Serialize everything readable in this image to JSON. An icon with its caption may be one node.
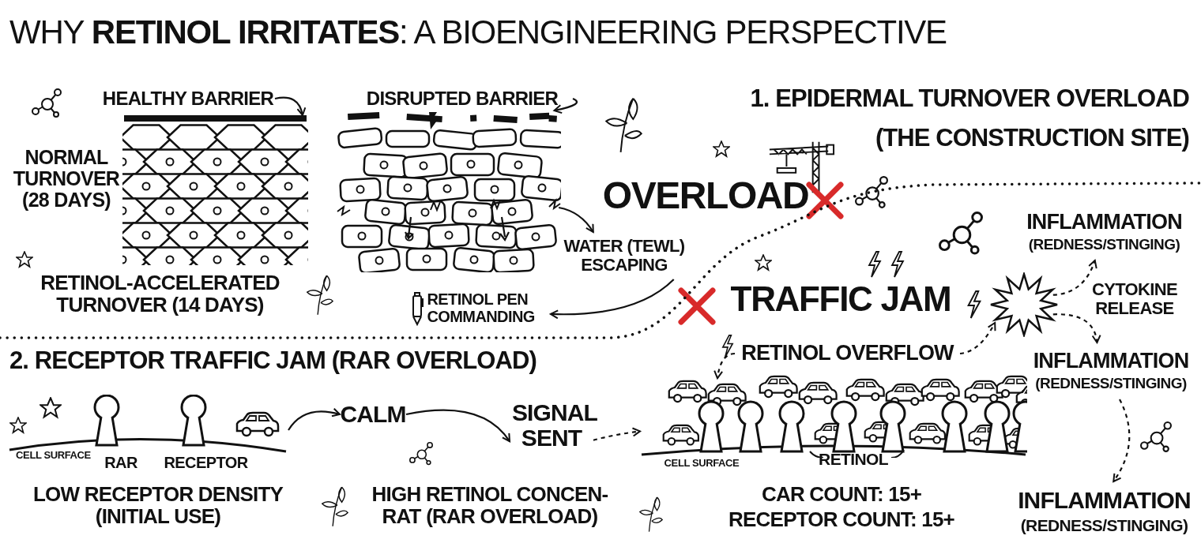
{
  "diagram": {
    "title": "WHY **RETINOL IRRITATES**: A BIOENGINEERING PERSPECTIVE",
    "nodes": [
      {
        "text": [
          "HEALTHY BARRIER"
        ]
      },
      {
        "text": [],
        "shape": "picture"
      },
      {
        "text": [
          "DISRUPTED BARRIER"
        ]
      },
      {
        "text": [],
        "shape": "picture"
      },
      {
        "text": [
          "WATER (TEWL) ESCAPING"
        ]
      },
      {
        "text": [
          "RETINOL PEN COMMANDING"
        ]
      },
      {
        "text": [],
        "shape": "picture"
      },
      {
        "text": [
          "CALM"
        ]
      },
      {
        "text": [
          "SIGNAL SENT"
        ]
      },
      {
        "text": [],
        "shape": "picture"
      },
      {
        "text": [
          "RETINOL OVERFLOW"
        ]
      },
      {
        "text": [],
        "shape": "star"
      },
      {
        "text": [
          "INFLAMMATION",
          "(REDNESS/STINGING)"
        ]
      },
      {
        "text": [
          "INFLAMMATION",
          "(REDNESS/STINGING)"
        ]
      },
      {
        "text": [
          "INFLAMMATION",
          "(REDNESS/STINGING)"
        ]
      }
    ],
    "edges": [
      {
        "from": 0,
        "to": 1,
        "arrow": "to"
      },
      {
        "from": 2,
        "to": 3,
        "arrow": "to"
      },
      {
        "from": 3,
        "to": 4,
        "arrow": "to"
      },
      {
        "from": 4,
        "to": 5,
        "arrow": "to"
      },
      {
        "from": 6,
        "to": 7,
        "arrow": "to"
      },
      {
        "from": 7,
        "to": 8,
        "arrow": "to"
      },
      {
        "from": 8,
        "to": 9,
        "arrow": "to",
        "style": "dashed"
      },
      {
        "from": 10,
        "to": 9,
        "arrow": "to",
        "style": "dashed"
      },
      {
        "from": 10,
        "to": 11,
        "arrow": "to",
        "style": "dashed"
      },
      {
        "from": 11,
        "to": 12,
        "arrow": "to",
        "style": "dashed"
      },
      {
        "from": 11,
        "to": 13,
        "arrow": "to",
        "style": "dashed"
      },
      {
        "from": 13,
        "to": 14,
        "arrow": "to",
        "style": "dashed"
      }
    ],
    "labels": [
      "NORMAL TURNOVER (28 DAYS)",
      "RETINOL-ACCELERATED TURNOVER (14 DAYS)",
      "1. EPIDERMAL TURNOVER OVERLOAD",
      "(THE CONSTRUCTION SITE)",
      "OVERLOAD",
      "TRAFFIC JAM",
      "2. RECEPTOR TRAFFIC JAM (RAR OVERLOAD)",
      "CELL SURFACE",
      "RAR",
      "RECEPTOR",
      "LOW RECEPTOR DENSITY (INITIAL USE)",
      "HIGH RETINOL CONCEN- RAT (RAR OVERLOAD)",
      "CYTOKINE RELEASE",
      "CELL SURFACE",
      "RETINOL",
      "CAR COUNT: 15+",
      "RECEPTOR COUNT: 15+"
    ]
  }
}
